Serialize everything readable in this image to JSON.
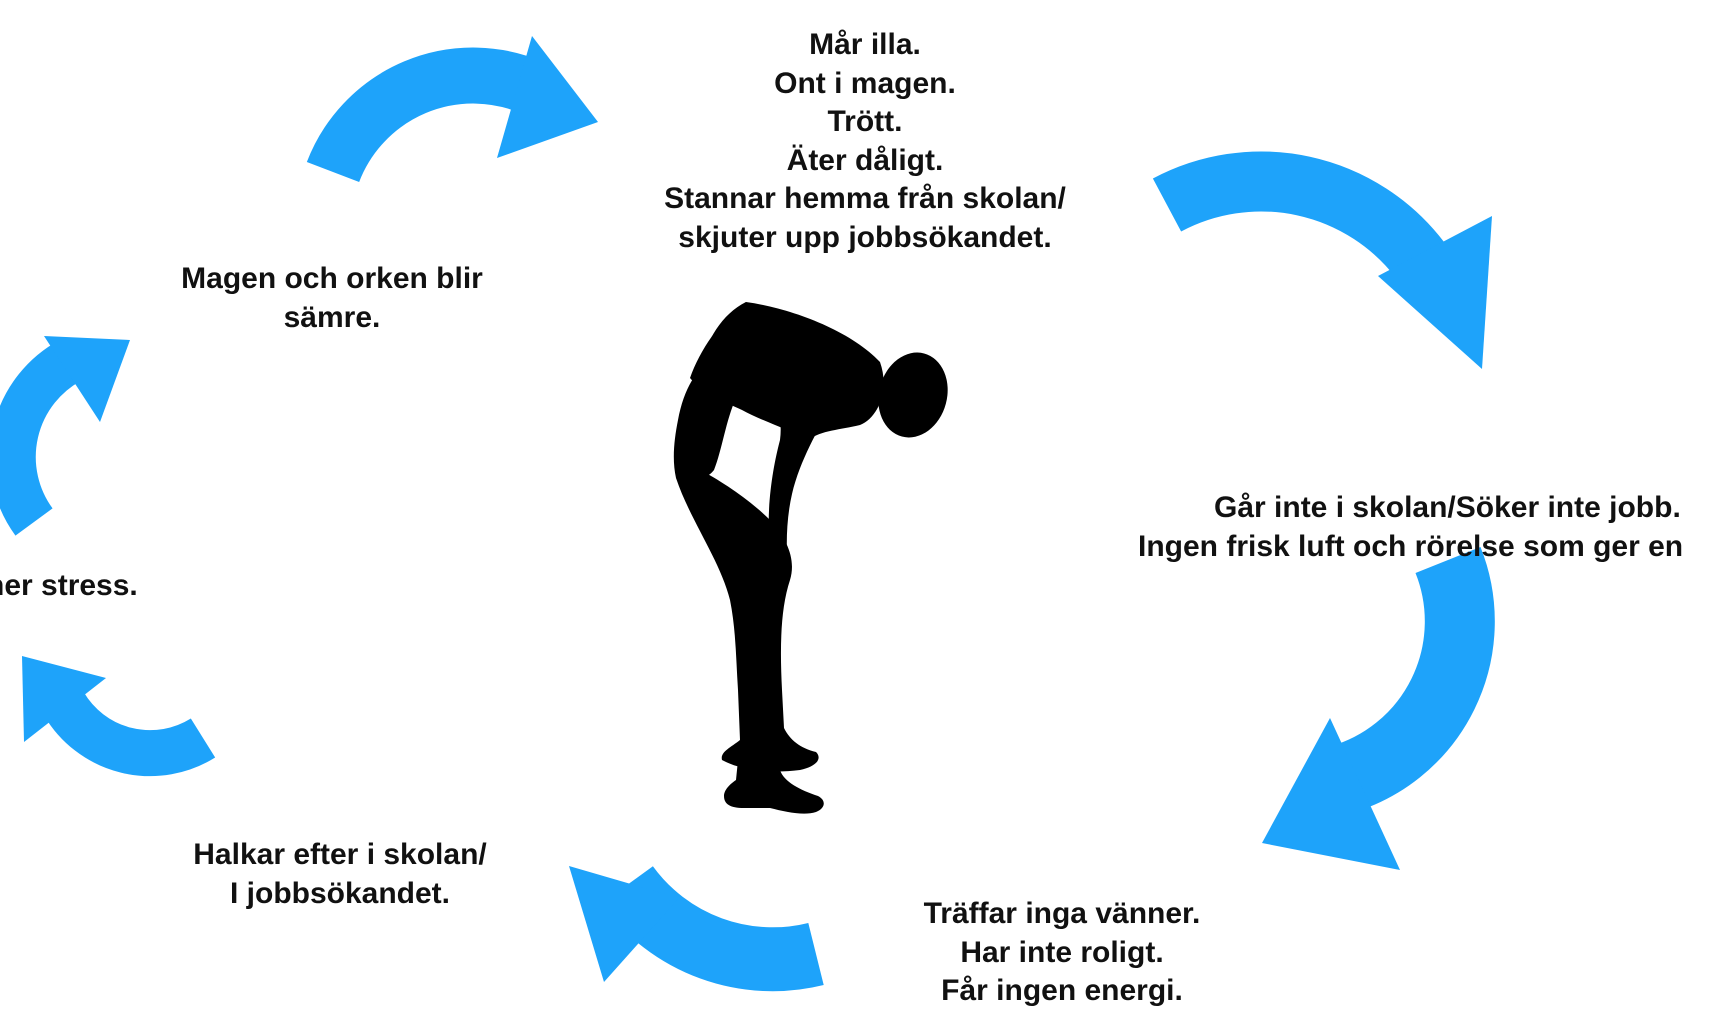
{
  "diagram": {
    "accent_color": "#1ea3fa",
    "figure_color": "#000000",
    "figure_icon": "bent-over-person-silhouette-icon",
    "arrow_icon": "curved-cycle-arrow-icon",
    "nodes": {
      "top": [
        "Mår illa.",
        "Ont i magen.",
        "Trött.",
        "Äter dåligt.",
        "Stannar hemma från skolan/",
        "skjuter upp jobbsökandet."
      ],
      "right": [
        "Går inte i skolan/Söker inte jobb.",
        "Ingen frisk luft och rörelse som ger en"
      ],
      "bottom_right": [
        "Träffar inga vänner.",
        "Har inte roligt.",
        "Får ingen energi."
      ],
      "bottom_left": [
        "Halkar efter i skolan/",
        "I jobbsökandet."
      ],
      "left": [
        "ner stress."
      ],
      "top_left": [
        "Magen och orken blir",
        "sämre."
      ]
    }
  }
}
